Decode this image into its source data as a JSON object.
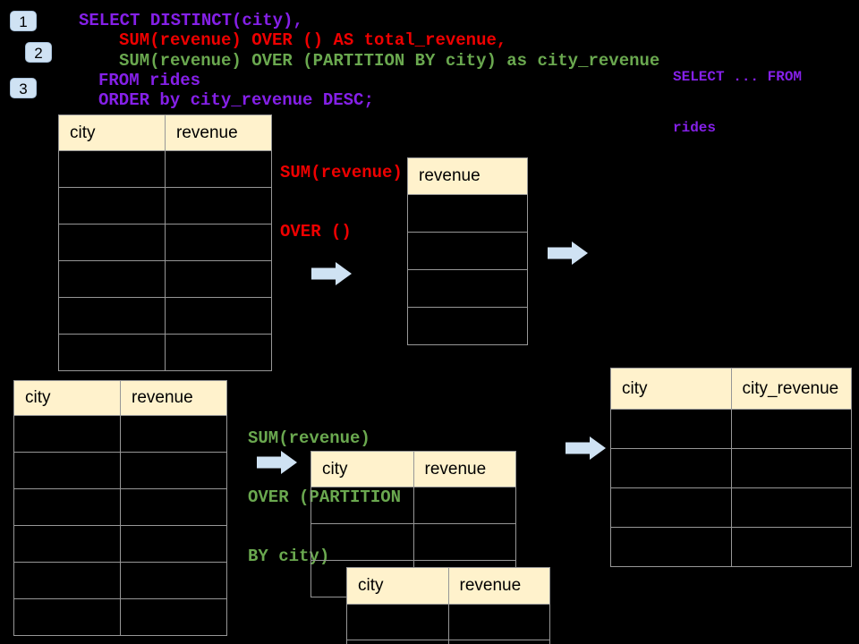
{
  "colors": {
    "background": "#000000",
    "table-header-bg": "#fff2cc",
    "table-border": "#979797",
    "arrow-fill": "#cfe2f3",
    "badge-bg": "#cfe2f3",
    "code-purple": "#8520e8",
    "code-red": "#ee0000",
    "code-green": "#6aa84f"
  },
  "badges": {
    "step1": "1",
    "step2": "2",
    "step3": "3"
  },
  "sql": {
    "lines": [
      {
        "text": "SELECT DISTINCT(city),",
        "color": "purple"
      },
      {
        "text": "SUM(revenue) OVER () AS total_revenue,",
        "color": "red"
      },
      {
        "text": "SUM(revenue) OVER (PARTITION BY city) as city_revenue",
        "color": "green"
      },
      {
        "text": "FROM rides",
        "color": "purple"
      },
      {
        "text": "ORDER by city_revenue DESC;",
        "color": "purple"
      }
    ]
  },
  "side_note": {
    "line1": "SELECT ... FROM",
    "line2": "rides"
  },
  "labels": {
    "total_window": {
      "line1": "SUM(revenue)",
      "line2": "OVER ()"
    },
    "partition_window": {
      "line1": "SUM(revenue)",
      "line2": "OVER (PARTITION",
      "line3": "BY city)"
    }
  },
  "tables": {
    "source_total": {
      "columns": [
        "city",
        "revenue"
      ],
      "empty_rows": 6
    },
    "revenue_only": {
      "columns": [
        "revenue"
      ],
      "empty_rows": 4
    },
    "source_partition": {
      "columns": [
        "city",
        "revenue"
      ],
      "empty_rows": 6
    },
    "partition_back": {
      "columns": [
        "city",
        "revenue"
      ],
      "empty_rows": 3
    },
    "partition_front": {
      "columns": [
        "city",
        "revenue"
      ],
      "empty_rows": 2
    },
    "result_partition": {
      "columns": [
        "city",
        "city_revenue"
      ],
      "empty_rows": 4
    }
  },
  "icons": {
    "arrow_right": "arrow-right-icon"
  }
}
